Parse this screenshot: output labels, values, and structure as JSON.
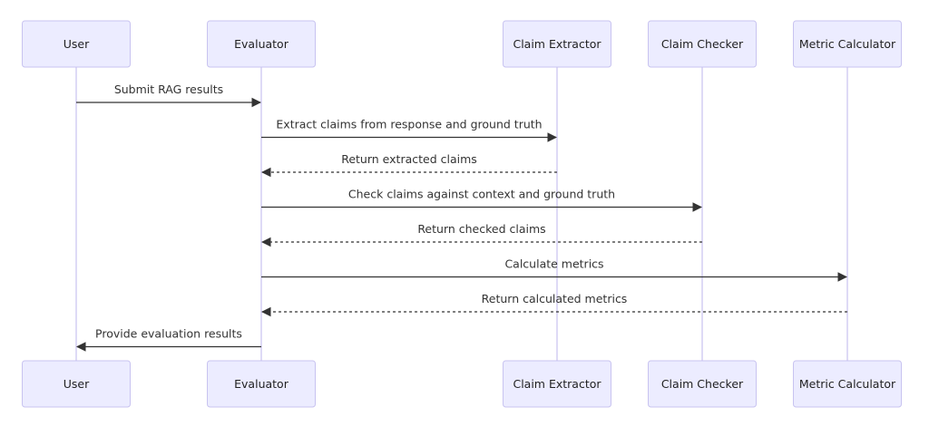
{
  "participants": [
    {
      "id": "user",
      "label": "User"
    },
    {
      "id": "evaluator",
      "label": "Evaluator"
    },
    {
      "id": "extractor",
      "label": "Claim Extractor"
    },
    {
      "id": "checker",
      "label": "Claim Checker"
    },
    {
      "id": "metric",
      "label": "Metric Calculator"
    }
  ],
  "messages": [
    {
      "from": "user",
      "to": "evaluator",
      "label": "Submit RAG results",
      "style": "solid"
    },
    {
      "from": "evaluator",
      "to": "extractor",
      "label": "Extract claims from response and ground truth",
      "style": "solid"
    },
    {
      "from": "extractor",
      "to": "evaluator",
      "label": "Return extracted claims",
      "style": "dashed"
    },
    {
      "from": "evaluator",
      "to": "checker",
      "label": "Check claims against context and ground truth",
      "style": "solid"
    },
    {
      "from": "checker",
      "to": "evaluator",
      "label": "Return checked claims",
      "style": "dashed"
    },
    {
      "from": "evaluator",
      "to": "metric",
      "label": "Calculate metrics",
      "style": "solid"
    },
    {
      "from": "metric",
      "to": "evaluator",
      "label": "Return calculated metrics",
      "style": "dashed"
    },
    {
      "from": "evaluator",
      "to": "user",
      "label": "Provide evaluation results",
      "style": "solid"
    }
  ],
  "colors": {
    "actor_fill": "#ececff",
    "actor_border": "#c8c3f0",
    "lifeline": "#cfcaf2",
    "message": "#333333"
  }
}
